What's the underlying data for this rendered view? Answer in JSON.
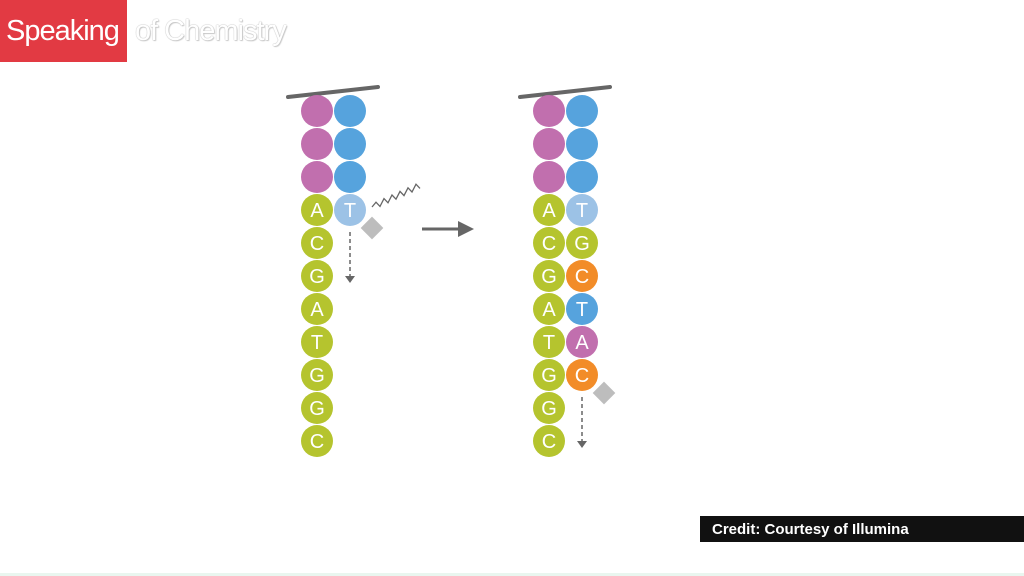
{
  "logo": {
    "brand": "Speaking",
    "rest": "of Chemistry"
  },
  "credit": "Credit: Courtesy of Illumina",
  "colors": {
    "purple": "#c16fae",
    "blue": "#56a3dd",
    "light_blue": "#9cc2e6",
    "green": "#b5c42e",
    "orange": "#f28c28",
    "gray": "#bdbdbd",
    "line": "#666666"
  },
  "diagram": {
    "left": {
      "template": [
        "",
        "",
        "",
        "A",
        "C",
        "G",
        "A",
        "T",
        "G",
        "G",
        "C"
      ],
      "template_colors": [
        "purple",
        "purple",
        "purple",
        "green",
        "green",
        "green",
        "green",
        "green",
        "green",
        "green",
        "green"
      ],
      "growing": [
        "",
        "",
        "",
        "T"
      ],
      "growing_colors": [
        "blue",
        "blue",
        "blue",
        "light_blue"
      ]
    },
    "right": {
      "template": [
        "",
        "",
        "",
        "A",
        "C",
        "G",
        "A",
        "T",
        "G",
        "G",
        "C"
      ],
      "template_colors": [
        "purple",
        "purple",
        "purple",
        "green",
        "green",
        "green",
        "green",
        "green",
        "green",
        "green",
        "green"
      ],
      "growing": [
        "",
        "",
        "",
        "T",
        "G",
        "C",
        "T",
        "A",
        "C"
      ],
      "growing_colors": [
        "blue",
        "blue",
        "blue",
        "light_blue",
        "green",
        "orange",
        "blue",
        "purple",
        "orange"
      ]
    }
  }
}
